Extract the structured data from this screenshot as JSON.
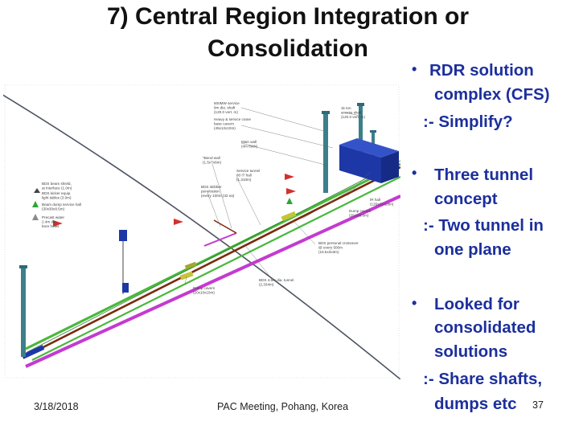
{
  "title": {
    "line1": "7) Central Region Integration or",
    "line2": "Consolidation"
  },
  "bullets": [
    {
      "bullet": "•",
      "lines": [
        "RDR solution",
        "complex (CFS)"
      ],
      "sub": ":- Simplify?"
    },
    {
      "bullet": "•",
      "lines": [
        "Three tunnel",
        "concept"
      ],
      "sub": [
        ":- Two tunnel in",
        "one plane"
      ]
    },
    {
      "bullet": "•",
      "lines": [
        "Looked for",
        "consolidated",
        "solutions"
      ],
      "sub": [
        ":- Share shafts,",
        "dumps etc"
      ]
    }
  ],
  "diagram_labels": {
    "l1": [
      "500MW service",
      "9m dia. shaft",
      "(120.0 vert. m)"
    ],
    "l2": [
      "Heavy & service crane",
      "base cavern",
      "(45x12x10m)"
    ],
    "l3": [
      "1k ton",
      "access shaft",
      "(120.0 vert. m)"
    ],
    "l4": [
      "Main wall",
      "(4m thick)"
    ],
    "l5": [
      "*Bend wall",
      "(1.5x7x6m)"
    ],
    "l6": [
      "BDS beam shield,",
      "at interface (1.0m)"
    ],
    "l7": [
      "Service tunnel",
      "80 IT hall",
      "(1,310m)"
    ],
    "l8": [
      "BDS kicker equip.",
      "light tables (3.0m)"
    ],
    "l9": [
      "BDS skibber",
      "penetration",
      "(every 100m (32 ea)"
    ],
    "l10": [
      "IR hall",
      "(120x25x28m)"
    ],
    "l11": [
      "Beam dump service hall",
      "(30x30x8.5m)"
    ],
    "l12": [
      "Dump cavern",
      "(29.0x8.0m)"
    ],
    "l13": [
      "Precast water",
      "2.4m dia.",
      "bore holes"
    ],
    "l14": [
      "BDS personal crossover",
      "@ every 500m",
      "(15.5x3x3m)"
    ],
    "l15": [
      "BDS 4.5m dia. tunnel",
      "(2,334m)"
    ],
    "l16": [
      "Dump cavern",
      "(20x10x10m)"
    ]
  },
  "footer": {
    "date": "3/18/2018",
    "meeting": "PAC Meeting, Pohang, Korea",
    "page": "37"
  },
  "colors": {
    "title": "#111111",
    "bullet_text": "#1c2f9c",
    "tunnel_green": "#49b83c",
    "tunnel_magenta": "#c43ad0",
    "tunnel_brown": "#7a2a0c",
    "curve": "#4d5560",
    "shaft_teal": "#3d7f8a",
    "block_blue": "#1e37a6"
  }
}
